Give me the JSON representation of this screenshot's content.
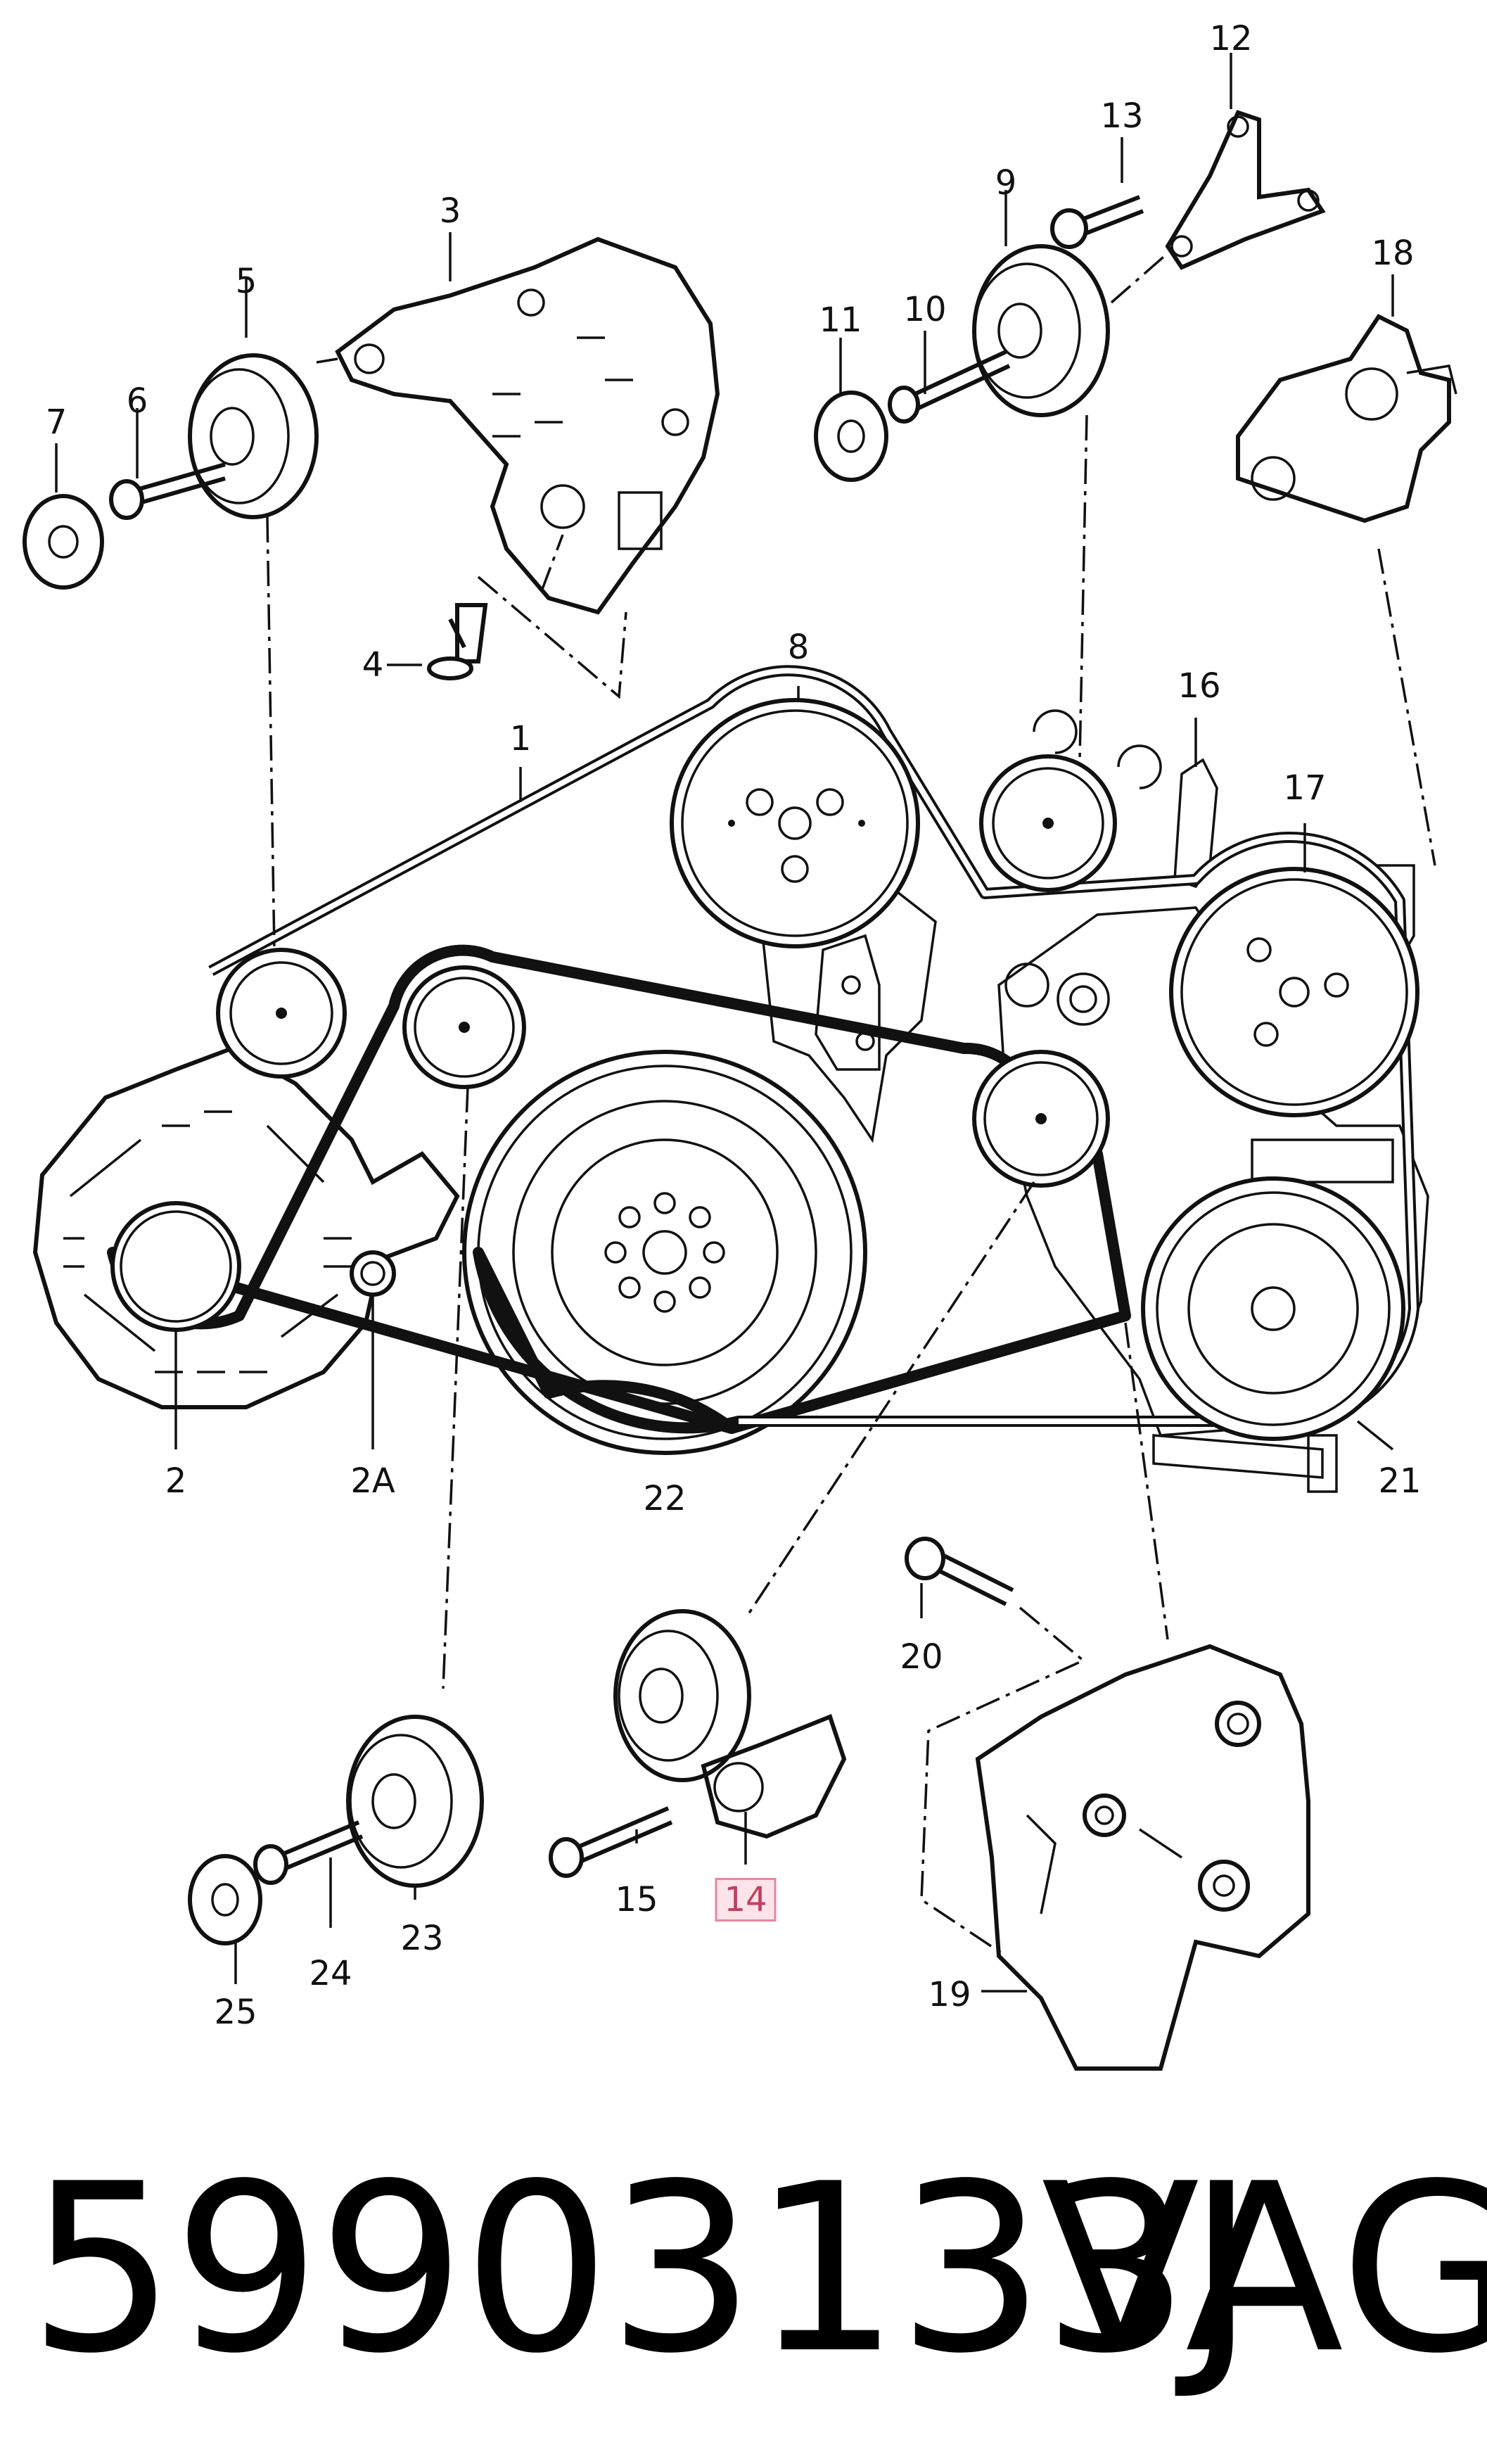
{
  "labels": {
    "l1": "1",
    "l2": "2",
    "l2a": "2A",
    "l3": "3",
    "l4": "4",
    "l5": "5",
    "l6": "6",
    "l7": "7",
    "l8": "8",
    "l9": "9",
    "l10": "10",
    "l11": "11",
    "l12": "12",
    "l13": "13",
    "l14": "14",
    "l15": "15",
    "l16": "16",
    "l17": "17",
    "l18": "18",
    "l19": "19",
    "l20": "20",
    "l21": "21",
    "l22": "22",
    "l23": "23",
    "l24": "24",
    "l25": "25"
  },
  "highlighted_label": "14",
  "highlight_color": "#e28aa0",
  "footer": {
    "part_number": "59903133J",
    "brand": "VAG"
  }
}
